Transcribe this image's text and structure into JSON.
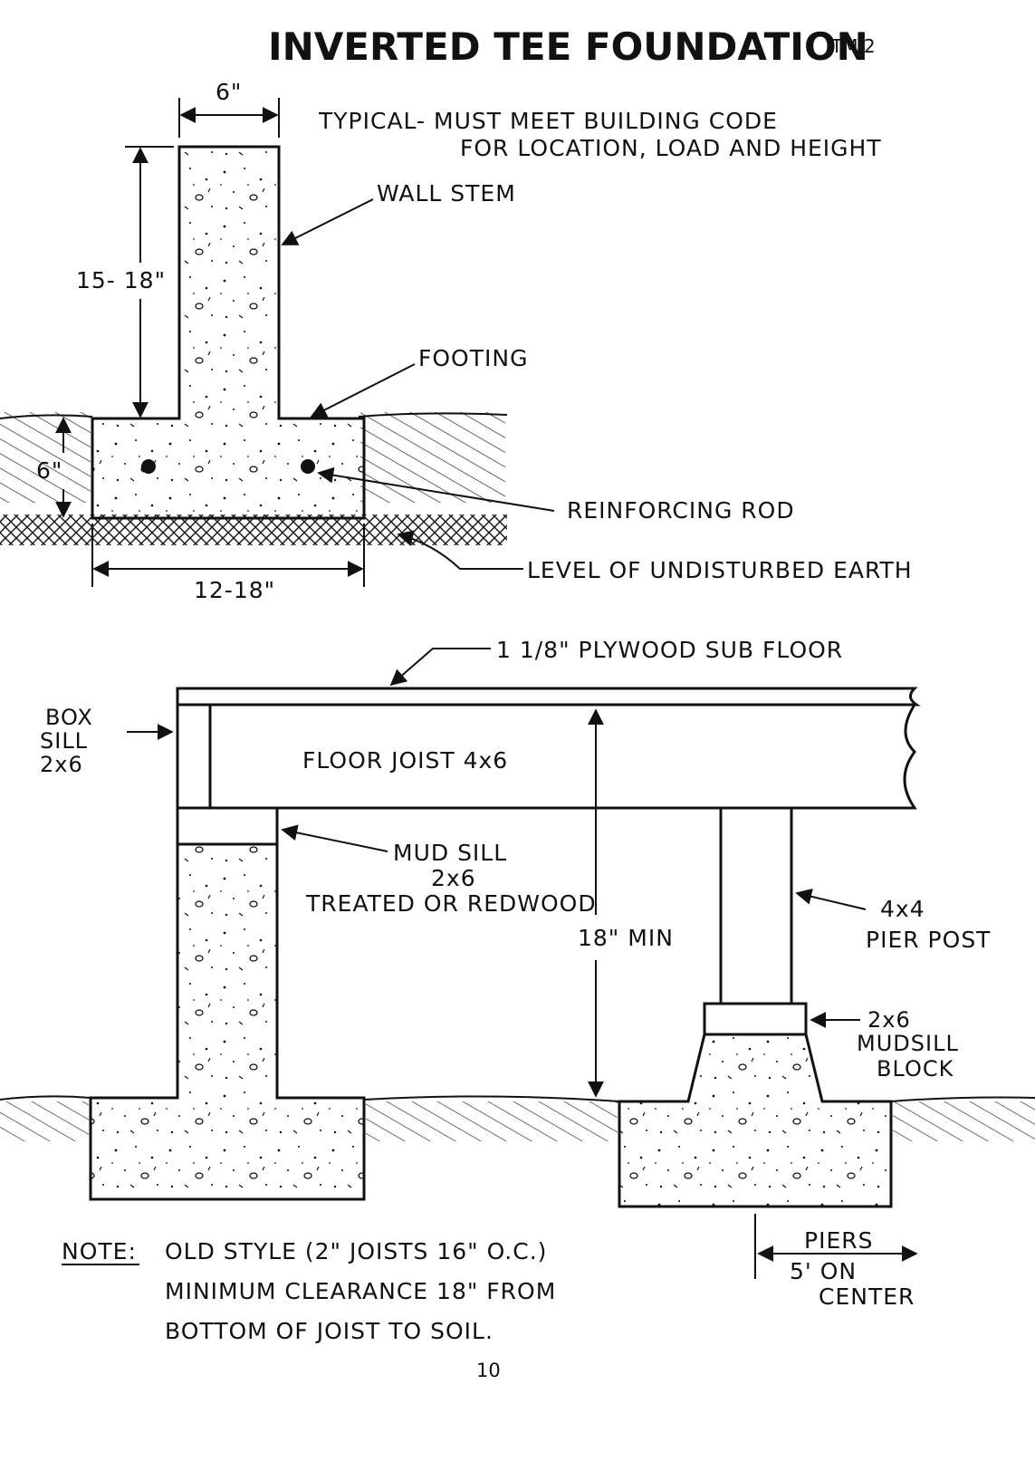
{
  "header": {
    "title": "INVERTED TEE FOUNDATION",
    "tag": "TM 2"
  },
  "top_diagram": {
    "note_line1": "TYPICAL- MUST MEET BUILDING CODE",
    "note_line2": "FOR LOCATION, LOAD AND HEIGHT",
    "stem_width": "6\"",
    "stem_height": "15- 18\"",
    "footing_depth": "6\"",
    "footing_width": "12-18\"",
    "label_wall_stem": "WALL STEM",
    "label_footing": "FOOTING",
    "label_rod": "REINFORCING ROD",
    "label_earth": "LEVEL OF UNDISTURBED EARTH"
  },
  "bottom_diagram": {
    "label_plywood": "1 1/8\" PLYWOOD SUB FLOOR",
    "label_box_sill": [
      "BOX",
      "SILL",
      "2x6"
    ],
    "label_floor_joist": "FLOOR JOIST 4x6",
    "label_mud_sill": [
      "MUD SILL",
      "2x6",
      "TREATED OR REDWOOD"
    ],
    "label_clearance": "18\" MIN",
    "label_pier_post": [
      "4x4",
      "PIER POST"
    ],
    "label_mudsill_block": [
      "2x6",
      "MUDSILL",
      "BLOCK"
    ],
    "label_piers": [
      "PIERS",
      "5' ON",
      "CENTER"
    ]
  },
  "note": {
    "prefix": "NOTE:",
    "line1": "OLD STYLE (2\" JOISTS 16\" O.C.)",
    "line2": "MINIMUM CLEARANCE 18\" FROM",
    "line3": "BOTTOM OF JOIST TO SOIL."
  },
  "page_number": "10"
}
